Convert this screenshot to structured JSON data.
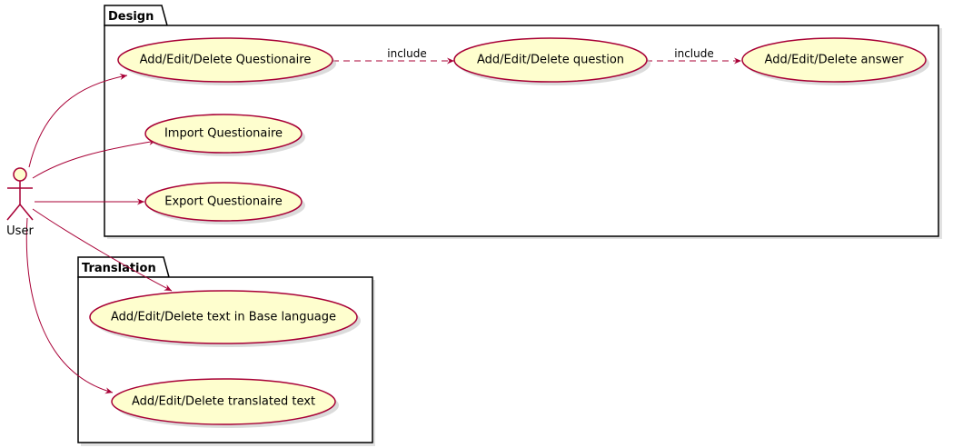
{
  "actor": {
    "name": "User"
  },
  "packages": {
    "design": {
      "title": "Design"
    },
    "translation": {
      "title": "Translation"
    }
  },
  "use_cases": {
    "questionaire": "Add/Edit/Delete Questionaire",
    "question": "Add/Edit/Delete question",
    "answer": "Add/Edit/Delete answer",
    "import": "Import Questionaire",
    "export": "Export Questionaire",
    "base_text": "Add/Edit/Delete text in Base language",
    "translated_text": "Add/Edit/Delete translated text"
  },
  "relations": {
    "include_1": "include",
    "include_2": "include"
  },
  "colors": {
    "use_case_fill": "#FEFECE",
    "stroke": "#A80036"
  }
}
